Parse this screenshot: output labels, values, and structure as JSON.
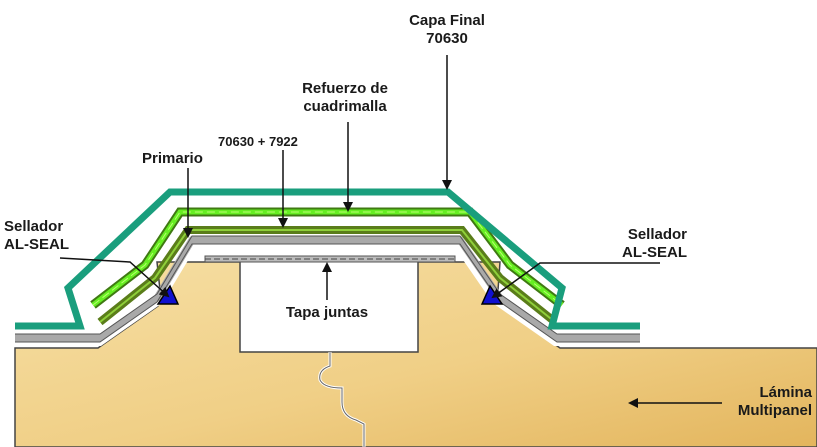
{
  "labels": {
    "capa_final": {
      "line1": "Capa Final",
      "line2": "70630"
    },
    "refuerzo": {
      "line1": "Refuerzo de",
      "line2": "cuadrimalla"
    },
    "mix": {
      "text": "70630 + 7922"
    },
    "primario": {
      "text": "Primario"
    },
    "sellador_left": {
      "line1": "Sellador",
      "line2": "AL-SEAL"
    },
    "sellador_right": {
      "line1": "Sellador",
      "line2": "AL-SEAL"
    },
    "tapa_juntas": {
      "text": "Tapa juntas"
    },
    "lamina": {
      "line1": "Lámina",
      "line2": "Multipanel"
    }
  },
  "colors": {
    "capa_final": "#1a9e7d",
    "green_light": "#66ee22",
    "green_mid": "#7fbf1f",
    "green_dark": "#5a7d1a",
    "primer_gray": "#a9a9a9",
    "sealant_blue": "#1010d0",
    "panel_light": "#f6dfa4",
    "panel_dark": "#e3b55d"
  }
}
